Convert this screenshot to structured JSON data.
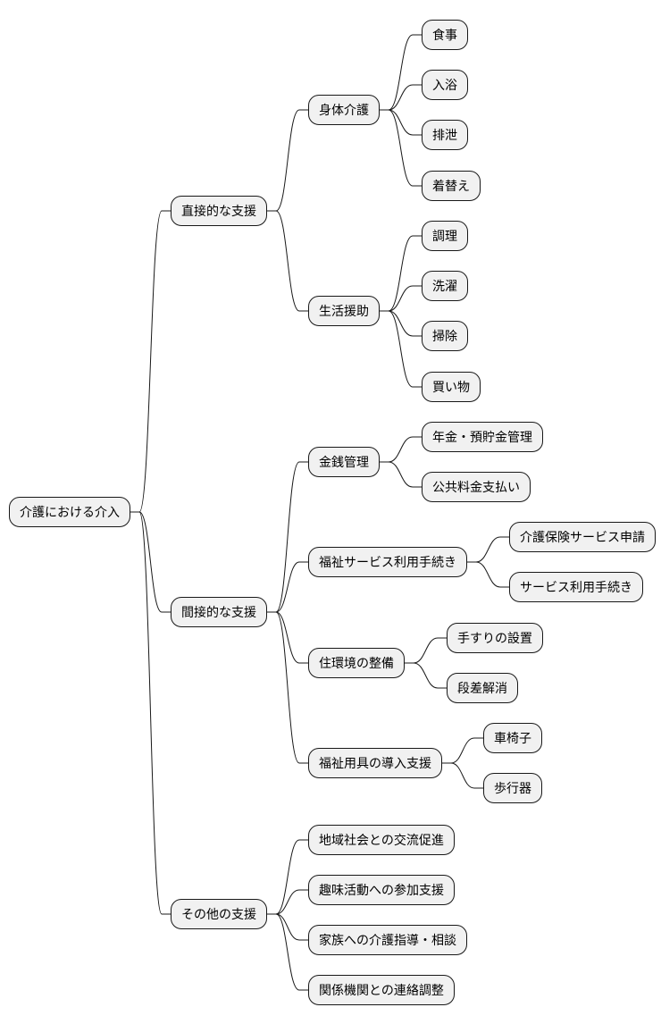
{
  "mindmap": {
    "label": "介護における介入",
    "children": [
      {
        "label": "直接的な支援",
        "children": [
          {
            "label": "身体介護",
            "children": [
              {
                "label": "食事"
              },
              {
                "label": "入浴"
              },
              {
                "label": "排泄"
              },
              {
                "label": "着替え"
              }
            ]
          },
          {
            "label": "生活援助",
            "children": [
              {
                "label": "調理"
              },
              {
                "label": "洗濯"
              },
              {
                "label": "掃除"
              },
              {
                "label": "買い物"
              }
            ]
          }
        ]
      },
      {
        "label": "間接的な支援",
        "children": [
          {
            "label": "金銭管理",
            "children": [
              {
                "label": "年金・預貯金管理"
              },
              {
                "label": "公共料金支払い"
              }
            ]
          },
          {
            "label": "福祉サービス利用手続き",
            "children": [
              {
                "label": "介護保険サービス申請"
              },
              {
                "label": "サービス利用手続き"
              }
            ]
          },
          {
            "label": "住環境の整備",
            "children": [
              {
                "label": "手すりの設置"
              },
              {
                "label": "段差解消"
              }
            ]
          },
          {
            "label": "福祉用具の導入支援",
            "children": [
              {
                "label": "車椅子"
              },
              {
                "label": "歩行器"
              }
            ]
          }
        ]
      },
      {
        "label": "その他の支援",
        "children": [
          {
            "label": "地域社会との交流促進"
          },
          {
            "label": "趣味活動への参加支援"
          },
          {
            "label": "家族への介護指導・相談"
          },
          {
            "label": "関係機関との連絡調整"
          }
        ]
      }
    ]
  }
}
